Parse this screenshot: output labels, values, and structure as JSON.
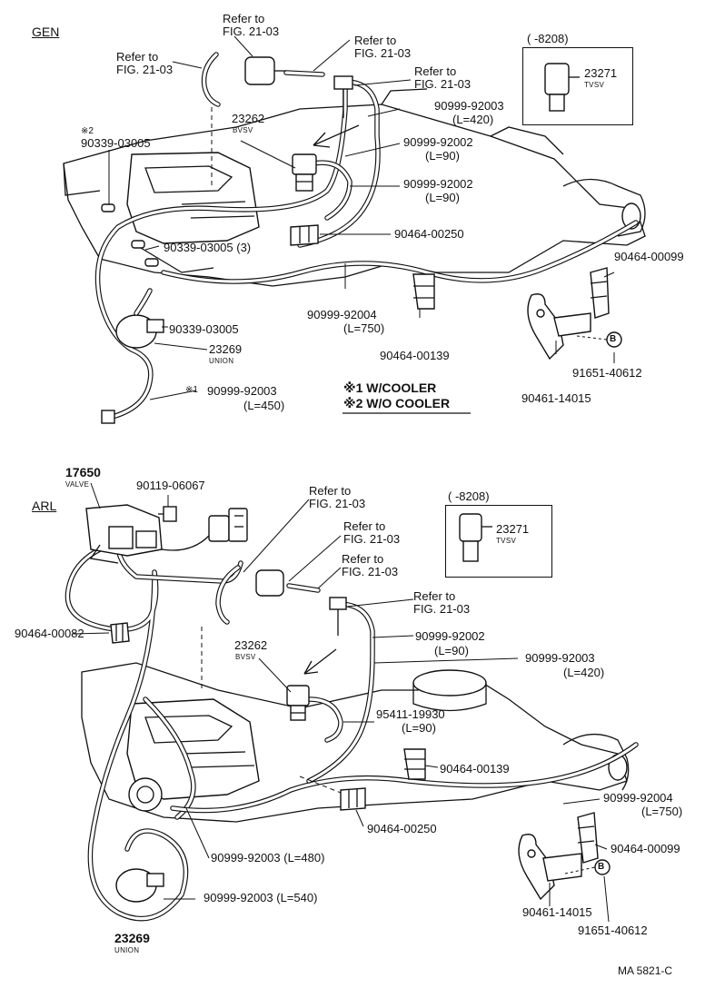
{
  "gen": {
    "title": "GEN",
    "refer": [
      {
        "line1": "Refer to",
        "line2": "FIG. 21-03"
      },
      {
        "line1": "Refer to",
        "line2": "FIG. 21-03"
      },
      {
        "line1": "Refer to",
        "line2": "FIG. 21-03"
      },
      {
        "line1": "Refer to",
        "line2": "FIG. 21-03"
      }
    ],
    "tvsv_range": "(      -8208)",
    "tvsv_part": "23271",
    "tvsv_name": "TVSV",
    "bvsv_part": "23262",
    "bvsv_name": "BVSV",
    "mark2": "※2",
    "p_90339a": "90339-03005",
    "p_90339b": "90339-03005 (3)",
    "p_90339c": "90339-03005",
    "p_23269": "23269",
    "p_union": "UNION",
    "mark1": "※1",
    "p_92003_450a": "90999-92003",
    "p_92003_450b": "(L=450)",
    "p_92003_420a": "90999-92003",
    "p_92003_420b": "(L=420)",
    "p_92002_90a1": "90999-92002",
    "p_92002_90a2": "(L=90)",
    "p_92002_90b1": "90999-92002",
    "p_92002_90b2": "(L=90)",
    "p_00250": "90464-00250",
    "p_92004a": "90999-92004",
    "p_92004b": "(L=750)",
    "p_00139": "90464-00139",
    "p_00099": "90464-00099",
    "p_40612": "91651-40612",
    "p_14015": "90461-14015",
    "b_mark": "B",
    "note1": "※1 W/COOLER",
    "note2": "※2 W/O COOLER"
  },
  "arl": {
    "title": "ARL",
    "valve_part": "17650",
    "valve_name": "VALVE",
    "p_06067": "90119-06067",
    "refer": [
      {
        "line1": "Refer to",
        "line2": "FIG. 21-03"
      },
      {
        "line1": "Refer to",
        "line2": "FIG. 21-03"
      },
      {
        "line1": "Refer to",
        "line2": "FIG. 21-03"
      },
      {
        "line1": "Refer to",
        "line2": "FIG. 21-03"
      }
    ],
    "tvsv_range": "(      -8208)",
    "tvsv_part": "23271",
    "tvsv_name": "TVSV",
    "p_00082": "90464-00082",
    "bvsv_part": "23262",
    "bvsv_name": "BVSV",
    "p_92002a": "90999-92002",
    "p_92002b": "(L=90)",
    "p_92003_420a": "90999-92003",
    "p_92003_420b": "(L=420)",
    "p_19930a": "95411-19930",
    "p_19930b": "(L=90)",
    "p_00139": "90464-00139",
    "p_92004a": "90999-92004",
    "p_92004b": "(L=750)",
    "p_00250": "90464-00250",
    "p_00099": "90464-00099",
    "p_480": "90999-92003 (L=480)",
    "p_540": "90999-92003 (L=540)",
    "p_14015": "90461-14015",
    "p_40612": "91651-40612",
    "b_mark": "B",
    "p_23269": "23269",
    "p_union": "UNION"
  },
  "footer": {
    "code": "MA 5821-C"
  }
}
